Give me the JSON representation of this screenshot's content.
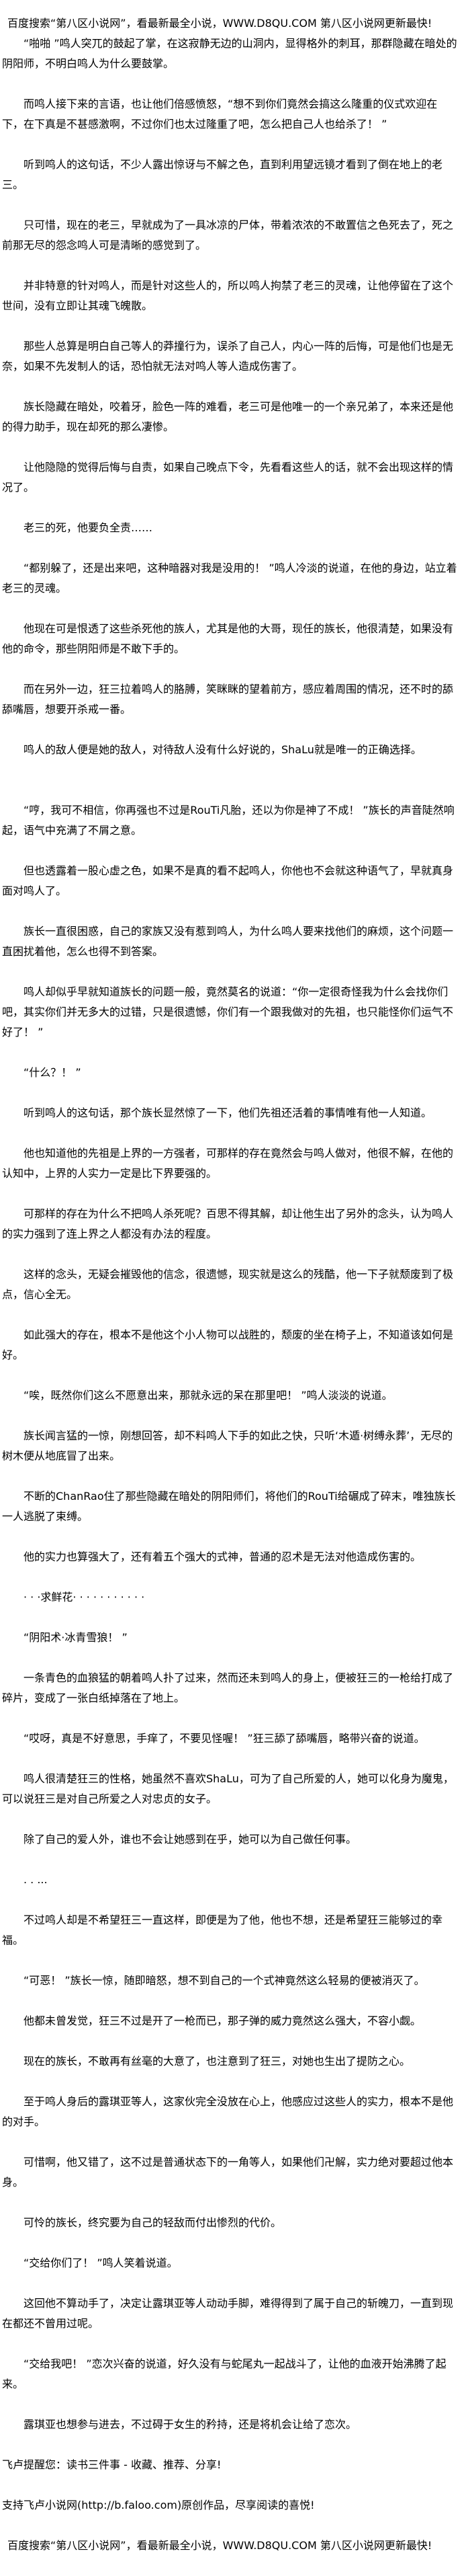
{
  "banner": "百度搜索“第八区小说网”，看最新最全小说，WWW.D8QU.COM   第八区小说网更新最快!",
  "paragraphs": [
    "“啪啪 ”鸣人突兀的鼓起了掌，在这寂静无边的山洞内，显得格外的刺耳，那群隐藏在暗处的阴阳师，不明白鸣人为什么要鼓掌。",
    "而鸣人接下来的言语，也让他们倍感愤怒，“想不到你们竟然会搞这么隆重的仪式欢迎在下，在下真是不甚感激啊，不过你们也太过隆重了吧，怎么把自己人也给杀了！ ”",
    "听到鸣人的这句话，不少人露出惊讶与不解之色，直到利用望远镜才看到了倒在地上的老三。",
    "只可惜，现在的老三，早就成为了一具冰凉的尸体，带着浓浓的不敢置信之色死去了，死之前那无尽的怨念鸣人可是清晰的感觉到了。",
    "并非特意的针对鸣人，而是针对这些人的，所以鸣人拘禁了老三的灵魂，让他停留在了这个世间，没有立即让其魂飞魄散。",
    "那些人总算是明白自己等人的莽撞行为，误杀了自己人，内心一阵的后悔，可是他们也是无奈，如果不先发制人的话，恐怕就无法对鸣人等人造成伤害了。",
    "族长隐藏在暗处，咬着牙，脸色一阵的难看，老三可是他唯一的一个亲兄弟了，本来还是他的得力助手，现在却死的那么凄惨。",
    "让他隐隐的觉得后悔与自责，如果自己晚点下令，先看看这些人的话，就不会出现这样的情况了。",
    "老三的死，他要负全责……",
    "“都别躲了，还是出来吧，这种暗器对我是没用的！ ”鸣人冷淡的说道，在他的身边，站立着老三的灵魂。",
    "他现在可是恨透了这些杀死他的族人，尤其是他的大哥，现任的族长，他很清楚，如果没有他的命令，那些阴阳师是不敢下手的。",
    "而在另外一边，狂三拉着鸣人的胳膊，笑眯眯的望着前方，感应着周围的情况，还不时的舔舔嘴唇，想要开杀戒一番。",
    "鸣人的敌人便是她的敌人，对待敌人没有什么好说的，ShaLu就是唯一的正确选择。",
    "“哼，我可不相信，你再强也不过是RouTi凡胎，还以为你是神了不成！ ”族长的声音陡然响起，语气中充满了不屑之意。",
    "但也透露着一股心虚之色，如果不是真的看不起鸣人，你他也不会就这种语气了，早就真身面对鸣人了。",
    "族长一直很困惑，自己的家族又没有惹到鸣人，为什么鸣人要来找他们的麻烦，这个问题一直困扰着他，怎么也得不到答案。",
    "鸣人却似乎早就知道族长的问题一般，竟然莫名的说道：“你一定很奇怪我为什么会找你们吧，其实你们并无多大的过错，只是很遗憾，你们有一个跟我做对的先祖，也只能怪你们运气不好了！ ”",
    "“什么？！ ”",
    "听到鸣人的这句话，那个族长显然惊了一下，他们先祖还活着的事情唯有他一人知道。",
    "他也知道他的先祖是上界的一方强者，可那样的存在竟然会与鸣人做对，他很不解，在他的认知中，上界的人实力一定是比下界要强的。",
    "可那样的存在为什么不把鸣人杀死呢？百思不得其解，却让他生出了另外的念头，认为鸣人的实力强到了连上界之人都没有办法的程度。",
    "这样的念头，无疑会摧毁他的信念，很遗憾，现实就是这么的残酷，他一下子就颓废到了极点，信心全无。",
    "如此强大的存在，根本不是他这个小人物可以战胜的，颓废的坐在椅子上，不知道该如何是好。",
    "“唉，既然你们这么不愿意出来，那就永远的呆在那里吧！ ”鸣人淡淡的说道。",
    "族长闻言猛的一惊，刚想回答，却不料鸣人下手的如此之快，只听‘木遁·树缚永葬’，无尽的树木便从地底冒了出来。",
    "不断的ChanRao住了那些隐藏在暗处的阴阳师们，将他们的RouTi给碾成了碎末，唯独族长一人逃脱了束缚。",
    "他的实力也算强大了，还有着五个强大的式神，普通的忍术是无法对他造成伤害的。",
    "· · ·求鲜花· · · · ·  · · · · · ·",
    "“阴阳术·冰青雪狼！ ”",
    "一条青色的血狼猛的朝着鸣人扑了过来，然而还未到鸣人的身上，便被狂三的一枪给打成了碎片，变成了一张白纸掉落在了地上。",
    "“哎呀，真是不好意思，手痒了，不要见怪喔！ ”狂三舔了舔嘴唇，略带兴奋的说道。",
    "鸣人很清楚狂三的性格，她虽然不喜欢ShaLu，可为了自己所爱的人，她可以化身为魔鬼，可以说狂三是对自己所爱之人对忠贞的女子。",
    "除了自己的爱人外，谁也不会让她感到在乎，她可以为自己做任何事。",
    ". . ...",
    "不过鸣人却是不希望狂三一直这样，即便是为了他，他也不想，还是希望狂三能够过的幸福。",
    "“可恶！ ”族长一惊，随即暗怒，想不到自己的一个式神竟然这么轻易的便被消灭了。",
    "他都未曾发觉，狂三不过是开了一枪而已，那子弹的威力竟然这么强大，不容小觑。",
    "现在的族长，不敢再有丝毫的大意了，也注意到了狂三，对她也生出了提防之心。",
    "至于鸣人身后的露琪亚等人，这家伙完全没放在心上，他感应过这些人的实力，根本不是他的对手。",
    "可惜啊，他又错了，这不过是普通状态下的一角等人，如果他们卍解，实力绝对要超过他本身。",
    "可怜的族长，终究要为自己的轻敌而付出惨烈的代价。",
    "“交给你们了！ ”鸣人笑着说道。",
    "这回他不算动手了，决定让露琪亚等人动动手脚，难得得到了属于自己的斩魄刀，一直到现在都还不曾用过呢。",
    "“交给我吧！ ”恋次兴奋的说道，好久没有与蛇尾丸一起战斗了，让他的血液开始沸腾了起来。",
    "露琪亚也想参与进去，不过碍于女生的矜持，还是将机会让给了恋次。"
  ],
  "footer": {
    "reminder": "飞卢提醒您：读书三件事 - 收藏、推荐、分享!",
    "support": "支持飞卢小说网(http://b.faloo.com)原创作品，尽享阅读的喜悦!",
    "banner": "百度搜索“第八区小说网”，看最新最全小说，WWW.D8QU.COM   第八区小说网更新最快!"
  }
}
